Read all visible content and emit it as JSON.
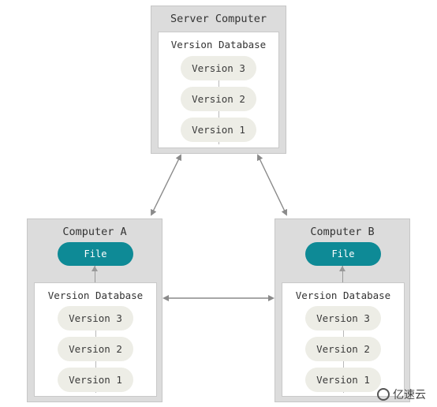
{
  "server": {
    "title": "Server Computer",
    "db_title": "Version Database",
    "versions": [
      "Version 3",
      "Version 2",
      "Version 1"
    ]
  },
  "computer_a": {
    "title": "Computer A",
    "file_label": "File",
    "db_title": "Version Database",
    "versions": [
      "Version 3",
      "Version 2",
      "Version 1"
    ]
  },
  "computer_b": {
    "title": "Computer B",
    "file_label": "File",
    "db_title": "Version Database",
    "versions": [
      "Version 3",
      "Version 2",
      "Version 1"
    ]
  },
  "watermark": {
    "text": "亿速云"
  },
  "colors": {
    "box_bg": "#dcdcdc",
    "pill_bg": "#ededE6",
    "file_bg": "#0e8a96",
    "arrow": "#8a8a8a"
  }
}
